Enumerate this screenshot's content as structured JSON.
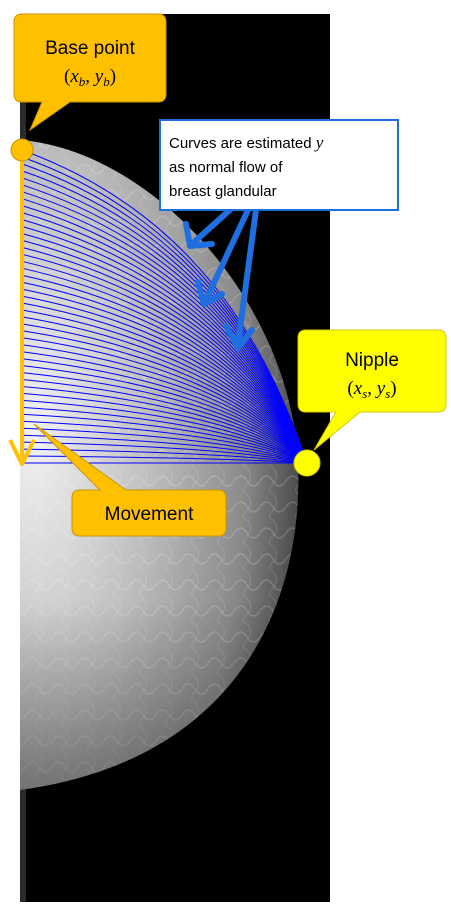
{
  "callouts": {
    "base_point": {
      "label": "Base point",
      "coord_open": "(",
      "coord_x": "x",
      "coord_x_sub": "b",
      "coord_sep": ", ",
      "coord_y": "y",
      "coord_y_sub": "b",
      "coord_close": ")"
    },
    "curves_note": {
      "line1_text": "Curves are estimated ",
      "line1_var": "y",
      "line2": "as normal flow of",
      "line3": "breast glandular"
    },
    "nipple": {
      "label": "Nipple",
      "coord_open": "(",
      "coord_x": "x",
      "coord_x_sub": "s",
      "coord_sep": ", ",
      "coord_y": "y",
      "coord_y_sub": "s",
      "coord_close": ")"
    },
    "movement": {
      "label": "Movement"
    }
  },
  "colors": {
    "callout_fill": "#FFC000",
    "callout_stroke": "#C89400",
    "nipple_fill": "#FFFF00",
    "nipple_stroke": "#D4C800",
    "curve_color": "#0000FF",
    "note_border": "#1F6FE0",
    "arrow_blue": "#1F6FE0",
    "movement_arrow": "#FFC000",
    "background_image": "#000000"
  }
}
